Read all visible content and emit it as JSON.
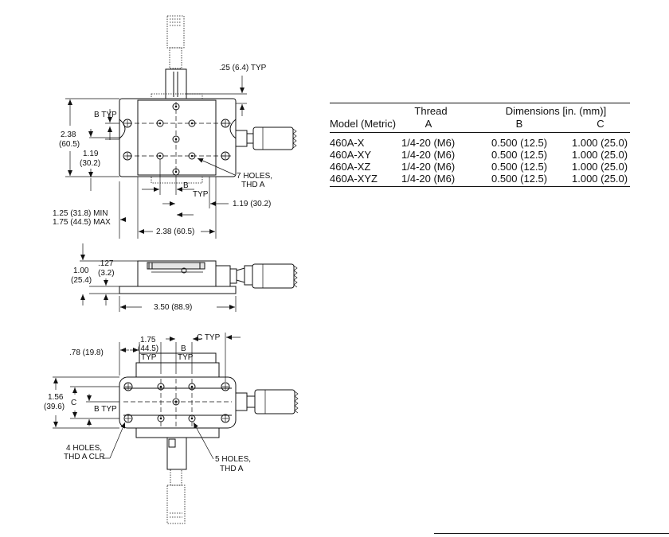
{
  "drawing": {
    "top_view": {
      "dim_b_typ": "B TYP",
      "dim_height_outer": "2.38",
      "dim_height_outer_mm": "(60.5)",
      "dim_height_inner": "1.19",
      "dim_height_inner_mm": "(30.2)",
      "dim_slot": ".25 (6.4) TYP",
      "note_holes": "7 HOLES,",
      "note_thread": "THD A",
      "dim_b": "B",
      "dim_b_typ_lower": "TYP",
      "dim_offset": "1.19 (30.2)",
      "dim_travel_min": "1.25 (31.8) MIN",
      "dim_travel_max": "1.75 (44.5) MAX",
      "dim_width": "2.38 (60.5)"
    },
    "side_view": {
      "dim_thickness": ".127",
      "dim_thickness_mm": "(3.2)",
      "dim_height": "1.00",
      "dim_height_mm": "(25.4)",
      "dim_length": "3.50 (88.9)"
    },
    "base_view": {
      "dim_edge": ".78 (19.8)",
      "dim_spacing": "1.75",
      "dim_spacing_mm": "(44.5)",
      "dim_spacing_typ": "TYP",
      "dim_b": "B",
      "dim_b_typ": "TYP",
      "dim_c_typ": "C TYP",
      "dim_height": "1.56",
      "dim_height_mm": "(39.6)",
      "dim_c": "C",
      "dim_b_typ_side": "B TYP",
      "note_clr_holes": "4 HOLES,",
      "note_clr_thread": "THD A CLR",
      "note_holes": "5 HOLES,",
      "note_thread": "THD A"
    }
  },
  "table": {
    "header_top": {
      "thread": "Thread",
      "dimensions": "Dimensions [in. (mm)]"
    },
    "header_bottom": {
      "model": "Model (Metric)",
      "a": "A",
      "b": "B",
      "c": "C"
    },
    "rows": [
      {
        "model": "460A-X",
        "thread": "1/4-20 (M6)",
        "b": "0.500 (12.5)",
        "c": "1.000 (25.0)"
      },
      {
        "model": "460A-XY",
        "thread": "1/4-20 (M6)",
        "b": "0.500 (12.5)",
        "c": "1.000 (25.0)"
      },
      {
        "model": "460A-XZ",
        "thread": "1/4-20 (M6)",
        "b": "0.500 (12.5)",
        "c": "1.000 (25.0)"
      },
      {
        "model": "460A-XYZ",
        "thread": "1/4-20 (M6)",
        "b": "0.500 (12.5)",
        "c": "1.000 (25.0)"
      }
    ]
  }
}
